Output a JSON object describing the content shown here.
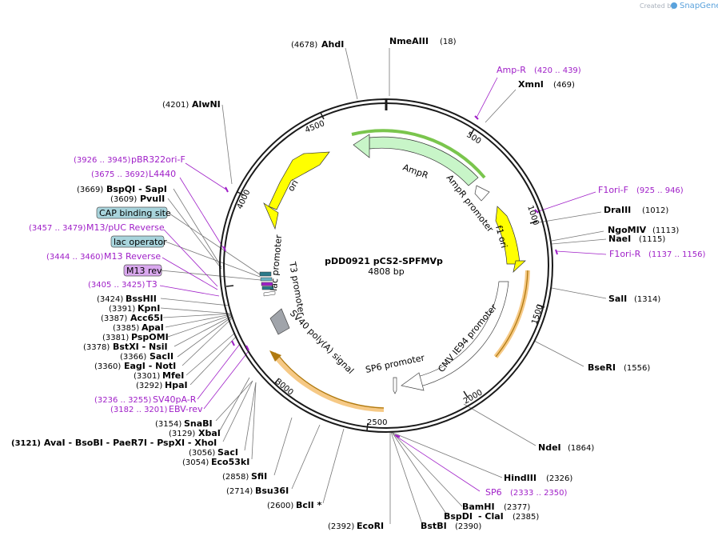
{
  "brand": {
    "created_by": "Created by",
    "name": "SnapGene"
  },
  "plasmid": {
    "name": "pDD0921 pCS2-SPFMVp",
    "size_label": "4808 bp"
  },
  "ticks": [
    "500",
    "1000",
    "1500",
    "2000",
    "2500",
    "3000",
    "4000",
    "4500"
  ],
  "features": {
    "AmpR": "AmpR",
    "AmpR_promoter": "AmpR promoter",
    "f1_ori": "f1 ori",
    "ori": "ori",
    "lac_promoter": "lac promoter",
    "T3_promoter": "T3 promoter",
    "SV40_polyA": "SV40 poly(A) signal",
    "CMV_IE94": "CMV IE94 promoter",
    "SP6_promoter": "SP6 promoter"
  },
  "boxed_features": [
    "CAP binding site",
    "lac operator",
    "M13 rev"
  ],
  "primers": [
    {
      "name": "Amp-R",
      "range": "(420 .. 439)"
    },
    {
      "name": "F1ori-F",
      "range": "(925 .. 946)"
    },
    {
      "name": "F1ori-R",
      "range": "(1137 .. 1156)"
    },
    {
      "name": "pBR322ori-F",
      "range": "(3926 .. 3945)"
    },
    {
      "name": "L4440",
      "range": "(3675 .. 3692)"
    },
    {
      "name": "M13/pUC Reverse",
      "range": "(3457 .. 3479)"
    },
    {
      "name": "M13 Reverse",
      "range": "(3444 .. 3460)"
    },
    {
      "name": "T3",
      "range": "(3405 .. 3425)"
    },
    {
      "name": "SV40pA-R",
      "range": "(3236 .. 3255)"
    },
    {
      "name": "EBV-rev",
      "range": "(3182 .. 3201)"
    },
    {
      "name": "SP6",
      "range": "(2333 .. 2350)"
    }
  ],
  "enzymes": [
    {
      "name": "NmeAIII",
      "pos": "(18)"
    },
    {
      "name": "AhdI",
      "pos": "(4678)"
    },
    {
      "name": "XmnI",
      "pos": "(469)"
    },
    {
      "name": "AlwNI",
      "pos": "(4201)"
    },
    {
      "name": "DraIII",
      "pos": "(1012)"
    },
    {
      "name": "NgoMIV",
      "pos": "(1113)"
    },
    {
      "name": "NaeI",
      "pos": "(1115)"
    },
    {
      "name": "SalI",
      "pos": "(1314)"
    },
    {
      "name": "BseRI",
      "pos": "(1556)"
    },
    {
      "name": "NdeI",
      "pos": "(1864)"
    },
    {
      "name": "HindIII",
      "pos": "(2326)"
    },
    {
      "name": "BamHI",
      "pos": "(2377)"
    },
    {
      "name": "BspDI",
      "pos": "(2385)"
    },
    {
      "name": "ClaI",
      "pos": ""
    },
    {
      "name": "BstBI",
      "pos": "(2390)"
    },
    {
      "name": "EcoRI",
      "pos": "(2392)"
    },
    {
      "name": "BclI *",
      "pos": "(2600)"
    },
    {
      "name": "Bsu36I",
      "pos": "(2714)"
    },
    {
      "name": "SfiI",
      "pos": "(2858)"
    },
    {
      "name": "Eco53kI",
      "pos": "(3054)"
    },
    {
      "name": "SacI",
      "pos": "(3056)"
    },
    {
      "name": "XbaI",
      "pos": "(3129)"
    },
    {
      "name": "SnaBI",
      "pos": "(3154)"
    },
    {
      "name": "AvaI",
      "pos": "(3121)"
    },
    {
      "name": "BsoBI",
      "pos": ""
    },
    {
      "name": "PaeR7I",
      "pos": ""
    },
    {
      "name": "PspXI",
      "pos": ""
    },
    {
      "name": "XhoI",
      "pos": ""
    },
    {
      "name": "HpaI",
      "pos": "(3292)"
    },
    {
      "name": "MfeI",
      "pos": "(3301)"
    },
    {
      "name": "EagI",
      "pos": "(3360)"
    },
    {
      "name": "NotI",
      "pos": ""
    },
    {
      "name": "SacII",
      "pos": "(3366)"
    },
    {
      "name": "BstXI",
      "pos": "(3378)"
    },
    {
      "name": "NsiI",
      "pos": ""
    },
    {
      "name": "PspOMI",
      "pos": "(3381)"
    },
    {
      "name": "ApaI",
      "pos": "(3385)"
    },
    {
      "name": "Acc65I",
      "pos": "(3387)"
    },
    {
      "name": "KpnI",
      "pos": "(3391)"
    },
    {
      "name": "BssHII",
      "pos": "(3424)"
    },
    {
      "name": "PvuII",
      "pos": "(3609)"
    },
    {
      "name": "BspQI",
      "pos": "(3669)"
    },
    {
      "name": "SapI",
      "pos": ""
    }
  ],
  "colors": {
    "backbone": "#1a1a1a",
    "ampr_fill": "#c8f5c8",
    "ori_fill": "#ffff00",
    "primer": "#a020c8",
    "cap_box": "#a8d4dc",
    "m13rev_box": "#d9a8ee",
    "highlight_orange": "#f5c070",
    "highlight_green": "#6bbf3a"
  }
}
